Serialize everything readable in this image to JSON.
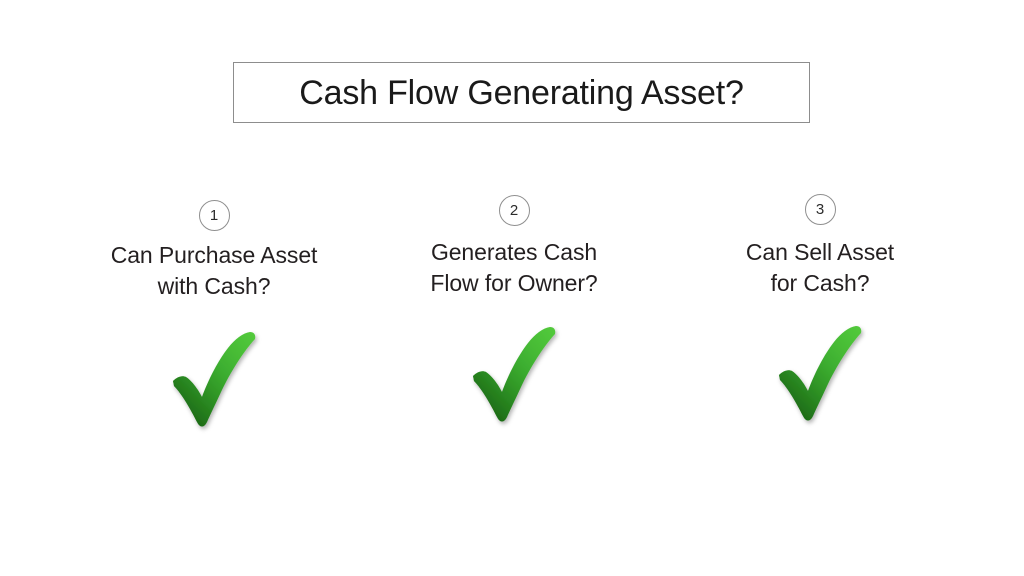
{
  "slide": {
    "background_color": "#ffffff",
    "title": {
      "text": "Cash Flow Generating Asset?",
      "border_color": "#8d8d8d",
      "text_color": "#1a1a1a"
    },
    "columns": [
      {
        "number": "1",
        "label": "Can Purchase Asset\nwith Cash?",
        "status_icon": "green-checkmark-icon",
        "status": "yes"
      },
      {
        "number": "2",
        "label": "Generates Cash\nFlow for Owner?",
        "status_icon": "green-checkmark-icon",
        "status": "yes"
      },
      {
        "number": "3",
        "label": "Can Sell Asset\nfor Cash?",
        "status_icon": "green-checkmark-icon",
        "status": "yes"
      }
    ],
    "colors": {
      "check_light": "#4cc132",
      "check_mid": "#35a828",
      "check_dark": "#1f6b18",
      "circle_border": "#8f8f8f",
      "text": "#231f20"
    }
  }
}
